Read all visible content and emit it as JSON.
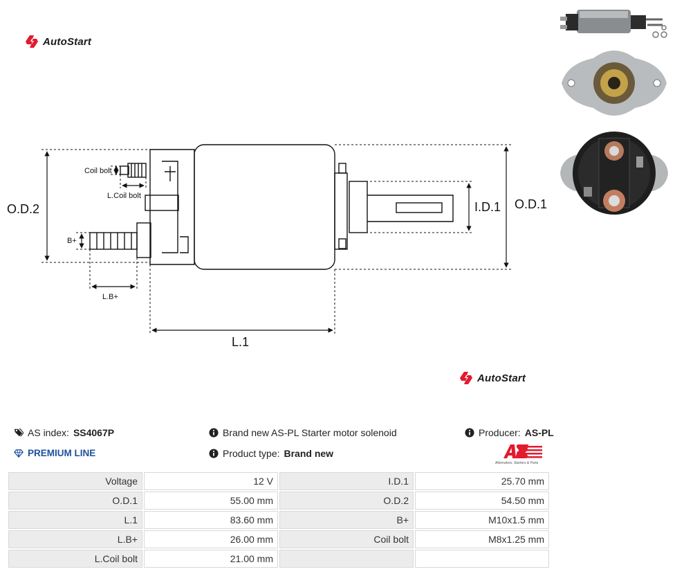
{
  "brand": {
    "name": "AutoStart",
    "accent": "#e21b2e"
  },
  "drawing": {
    "labels": {
      "od2": "O.D.2",
      "od1": "O.D.1",
      "id1": "I.D.1",
      "l1": "L.1",
      "coil_bolt": "Coil bolt",
      "l_coil_bolt": "L.Coil bolt",
      "b_plus": "B+",
      "l_b_plus": "L.B+"
    }
  },
  "thumbnails": [
    {
      "name": "side-view"
    },
    {
      "name": "flange-view"
    },
    {
      "name": "terminal-view"
    }
  ],
  "info": {
    "as_index_label": "AS index:",
    "as_index_value": "SS4067P",
    "premium": "PREMIUM LINE",
    "description": "Brand new AS-PL Starter motor solenoid",
    "product_type_label": "Product type:",
    "product_type_value": "Brand new",
    "producer_label": "Producer:",
    "producer_value": "AS-PL",
    "producer_logo_tagline": "Alternators, Starters & Parts"
  },
  "specs": [
    {
      "l1": "Voltage",
      "v1": "12 V",
      "l2": "I.D.1",
      "v2": "25.70 mm"
    },
    {
      "l1": "O.D.1",
      "v1": "55.00 mm",
      "l2": "O.D.2",
      "v2": "54.50 mm"
    },
    {
      "l1": "L.1",
      "v1": "83.60 mm",
      "l2": "B+",
      "v2": "M10x1.5 mm"
    },
    {
      "l1": "L.B+",
      "v1": "26.00 mm",
      "l2": "Coil bolt",
      "v2": "M8x1.25 mm"
    },
    {
      "l1": "L.Coil bolt",
      "v1": "21.00 mm",
      "l2": "",
      "v2": ""
    }
  ]
}
